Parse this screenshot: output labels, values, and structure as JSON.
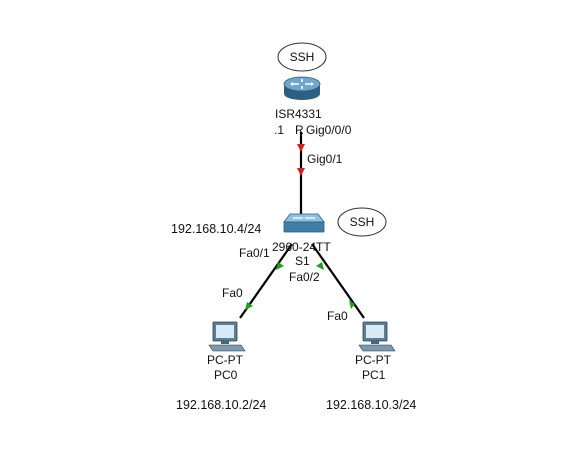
{
  "diagram": {
    "ssh_badges": {
      "router": "SSH",
      "switch": "SSH"
    },
    "router": {
      "model": "ISR4331",
      "name": "R",
      "host_octet": ".1",
      "interface": "Gig0/0/0"
    },
    "switch": {
      "model": "2960-24TT",
      "name": "S1",
      "ip": "192.168.10.4/24",
      "uplink_interface": "Gig0/1",
      "port_pc0": "Fa0/1",
      "port_pc1": "Fa0/2"
    },
    "pc0": {
      "type": "PC-PT",
      "name": "PC0",
      "interface": "Fa0",
      "ip": "192.168.10.2/24"
    },
    "pc1": {
      "type": "PC-PT",
      "name": "PC1",
      "interface": "Fa0",
      "ip": "192.168.10.3/24"
    },
    "colors": {
      "link_up": "#1aa31a",
      "link_down": "#d61f1f",
      "router_body": "#4f86ad",
      "switch_body": "#3f7fa6",
      "pc_body": "#5d7f95"
    }
  }
}
